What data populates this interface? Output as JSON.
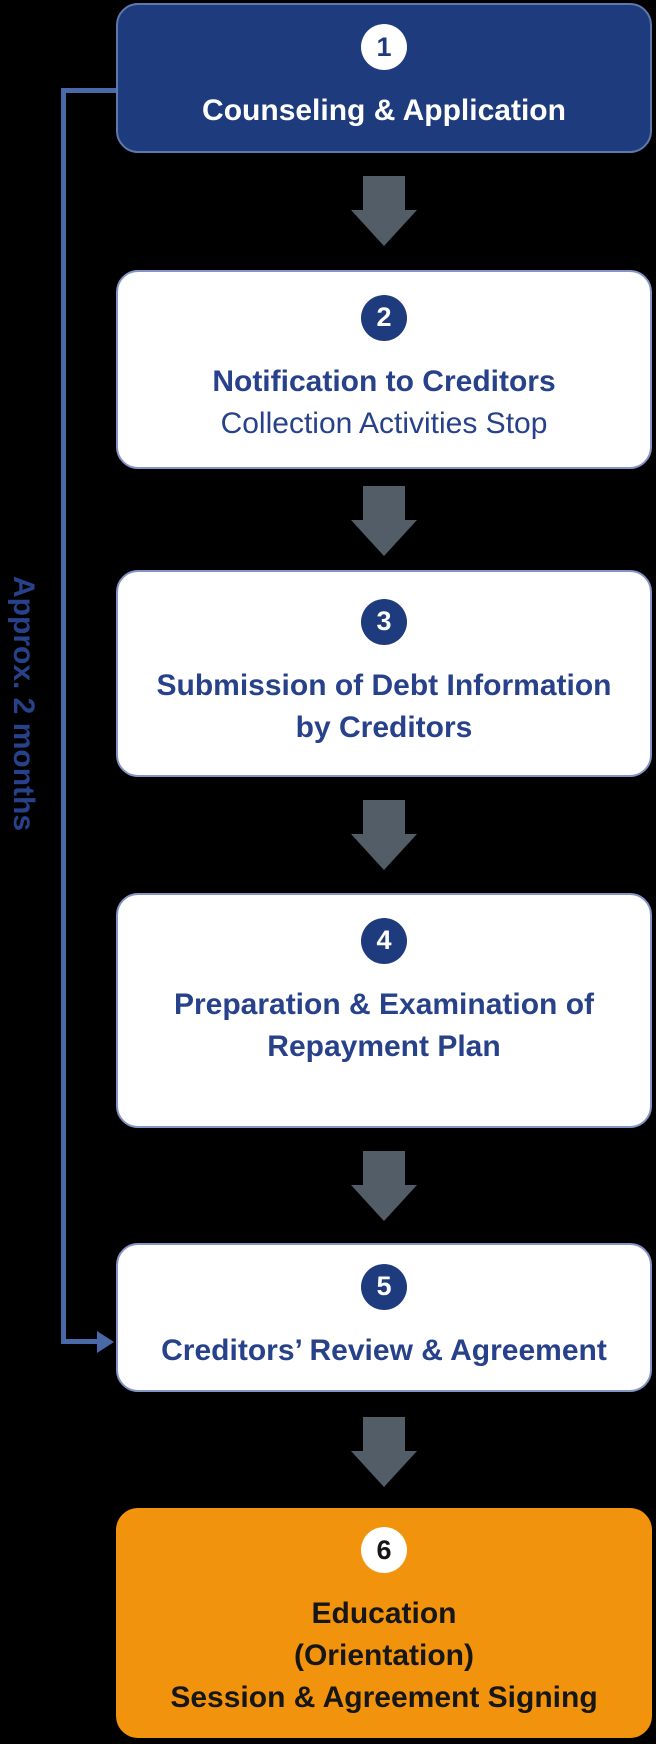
{
  "diagram": {
    "timeline_label": "Approx. 2 months",
    "steps": [
      {
        "number": "1",
        "title": "Counseling & Application"
      },
      {
        "number": "2",
        "title": "Notification to Creditors",
        "subtitle": "Collection Activities Stop"
      },
      {
        "number": "3",
        "title": "Submission of Debt Information",
        "title_line2": "by Creditors"
      },
      {
        "number": "4",
        "title": "Preparation & Examination of",
        "title_line2": "Repayment Plan"
      },
      {
        "number": "5",
        "title": "Creditors’ Review & Agreement"
      },
      {
        "number": "6",
        "title": "Education",
        "title_line2": "(Orientation)",
        "title_line3": "Session & Agreement Signing"
      }
    ]
  },
  "icons": {
    "flow_arrow": "down-block-arrow",
    "bracket_pointer": "right-triangle-arrowhead"
  },
  "palette": {
    "background": "#000000",
    "primary_navy": "#1e3b7e",
    "primary_box_border": "#5f78ac",
    "card_border": "#8495c5",
    "navy_text": "#27418a",
    "accent_orange": "#f2930d",
    "accent_text": "#161616",
    "arrow_gray": "#525d68",
    "bracket_blue": "#4a69a8",
    "white": "#ffffff"
  }
}
